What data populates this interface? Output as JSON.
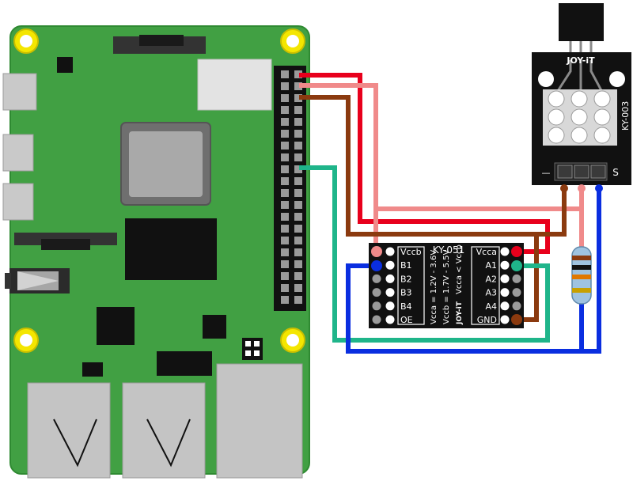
{
  "colors": {
    "board_green": "#41a043",
    "board_edge": "#2f8a32",
    "wire_red": "#e8001c",
    "wire_pink": "#f08a8a",
    "wire_brown": "#8b3a0f",
    "wire_green": "#1fb58a",
    "wire_blue": "#0a2ee0",
    "module_black": "#111111"
  },
  "level_shifter": {
    "title": "KY-051",
    "left_labels": [
      "Vccb",
      "B1",
      "B2",
      "B3",
      "B4",
      "OE"
    ],
    "right_labels": [
      "Vcca",
      "A1",
      "A2",
      "A3",
      "A4",
      "GND"
    ],
    "spec_a": "Vcca = 1.2V - 3.6V",
    "spec_b": "Vccb = 1.7V - 5.5V",
    "spec_c": "Vcca < Vccb",
    "brand": "JOY-iT"
  },
  "sensor": {
    "title": "KY-003",
    "brand": "JOY-iT",
    "pin_minus": "—",
    "pin_s": "S"
  }
}
